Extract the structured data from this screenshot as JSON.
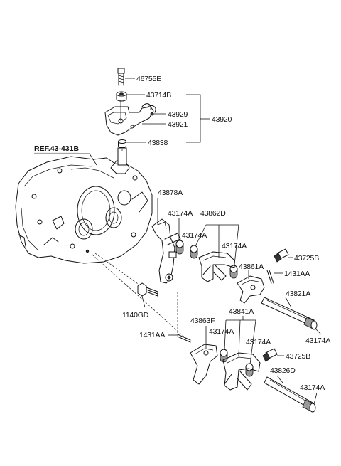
{
  "labels": {
    "p46755E": "46755E",
    "p43714B": "43714B",
    "p43929": "43929",
    "p43921": "43921",
    "p43920": "43920",
    "p43838": "43838",
    "ref": "REF.43-431B",
    "p43878A": "43878A",
    "p43174A_1": "43174A",
    "p43862D": "43862D",
    "p43174A_2": "43174A",
    "p43174A_3": "43174A",
    "p43725B_1": "43725B",
    "p43861A": "43861A",
    "p1431AA_1": "1431AA",
    "p43821A": "43821A",
    "p43174A_4": "43174A",
    "p1140GD": "1140GD",
    "p43863F": "43863F",
    "p43841A": "43841A",
    "p1431AA_2": "1431AA",
    "p43174A_5": "43174A",
    "p43174A_6": "43174A",
    "p43725B_2": "43725B",
    "p43826D": "43826D",
    "p43174A_7": "43174A"
  }
}
